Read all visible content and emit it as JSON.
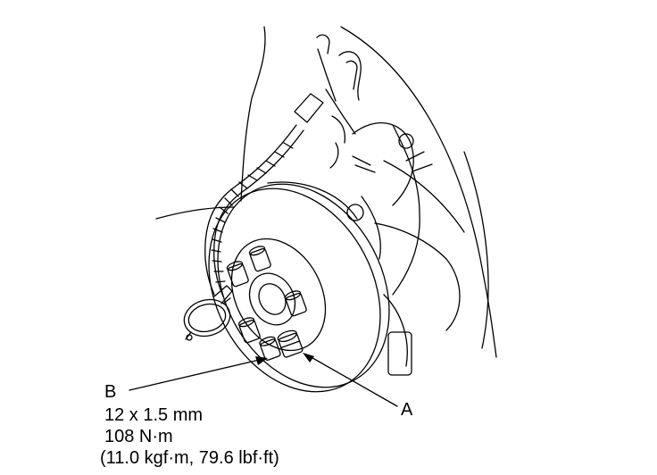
{
  "labels": {
    "a": "A",
    "b": "B"
  },
  "spec": {
    "line1": "12 x 1.5 mm",
    "line2": "108 N·m",
    "line3": "(11.0 kgf·m, 79.6 lbf·ft)"
  },
  "colors": {
    "ink": "#000000",
    "paper": "#ffffff"
  }
}
